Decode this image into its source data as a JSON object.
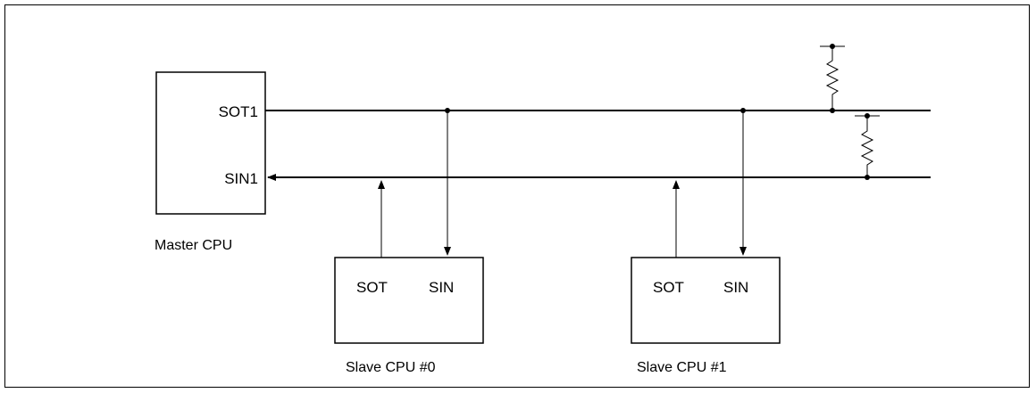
{
  "master": {
    "caption": "Master CPU",
    "pin_out": "SOT1",
    "pin_in": "SIN1"
  },
  "slaves": [
    {
      "caption": "Slave CPU #0",
      "pin_out": "SOT",
      "pin_in": "SIN"
    },
    {
      "caption": "Slave CPU #1",
      "pin_out": "SOT",
      "pin_in": "SIN"
    }
  ]
}
